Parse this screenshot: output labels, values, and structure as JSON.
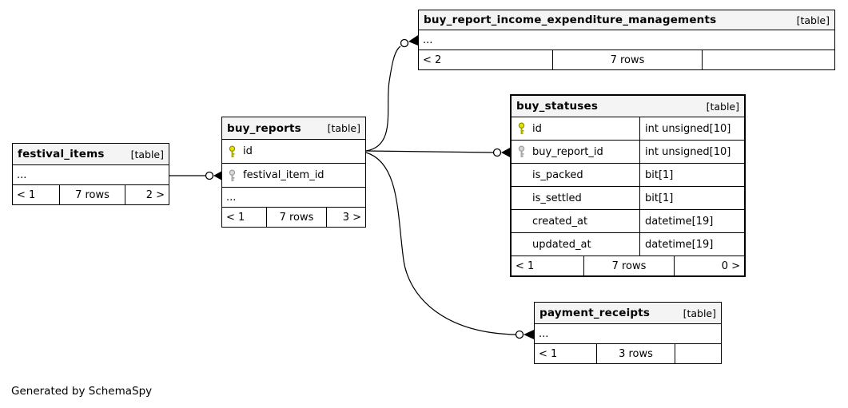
{
  "diagram": {
    "caption": "Generated by SchemaSpy",
    "colors": {
      "header-bg": "#f4f4f4",
      "border": "#000000",
      "pk-fill": "#e3e300",
      "pk-stroke": "#8f8f00",
      "fk-fill": "#d6d6d6",
      "fk-stroke": "#9c9c9c",
      "wire": "#000000"
    }
  },
  "tables": {
    "festival_items": {
      "title": "festival_items",
      "tag": "[table]",
      "ellipsis": "...",
      "footer": {
        "left": "< 1",
        "center": "7 rows",
        "right": "2 >"
      }
    },
    "buy_reports": {
      "title": "buy_reports",
      "tag": "[table]",
      "fields": [
        {
          "name": "id",
          "key": "primary"
        },
        {
          "name": "festival_item_id",
          "key": "foreign"
        }
      ],
      "ellipsis": "...",
      "footer": {
        "left": "< 1",
        "center": "7 rows",
        "right": "3 >"
      }
    },
    "buy_report_income_expenditure_managements": {
      "title": "buy_report_income_expenditure_managements",
      "tag": "[table]",
      "ellipsis": "...",
      "footer": {
        "left": "< 2",
        "center": "7 rows",
        "right": ""
      }
    },
    "buy_statuses": {
      "title": "buy_statuses",
      "tag": "[table]",
      "fields": [
        {
          "name": "id",
          "type": "int unsigned[10]",
          "key": "primary"
        },
        {
          "name": "buy_report_id",
          "type": "int unsigned[10]",
          "key": "foreign"
        },
        {
          "name": "is_packed",
          "type": "bit[1]",
          "key": "none"
        },
        {
          "name": "is_settled",
          "type": "bit[1]",
          "key": "none"
        },
        {
          "name": "created_at",
          "type": "datetime[19]",
          "key": "none"
        },
        {
          "name": "updated_at",
          "type": "datetime[19]",
          "key": "none"
        }
      ],
      "footer": {
        "left": "< 1",
        "center": "7 rows",
        "right": "0 >"
      }
    },
    "payment_receipts": {
      "title": "payment_receipts",
      "tag": "[table]",
      "ellipsis": "...",
      "footer": {
        "left": "< 1",
        "center": "3 rows",
        "right": ""
      }
    }
  },
  "relationships": [
    {
      "parent": "festival_items",
      "child": "buy_reports",
      "child_marker": "zero-or-many"
    },
    {
      "parent": "buy_reports",
      "child": "buy_report_income_expenditure_managements",
      "child_marker": "zero-or-many"
    },
    {
      "parent": "buy_reports",
      "child": "buy_statuses",
      "child_marker": "zero-or-many"
    },
    {
      "parent": "buy_reports",
      "child": "payment_receipts",
      "child_marker": "zero-or-many"
    }
  ]
}
